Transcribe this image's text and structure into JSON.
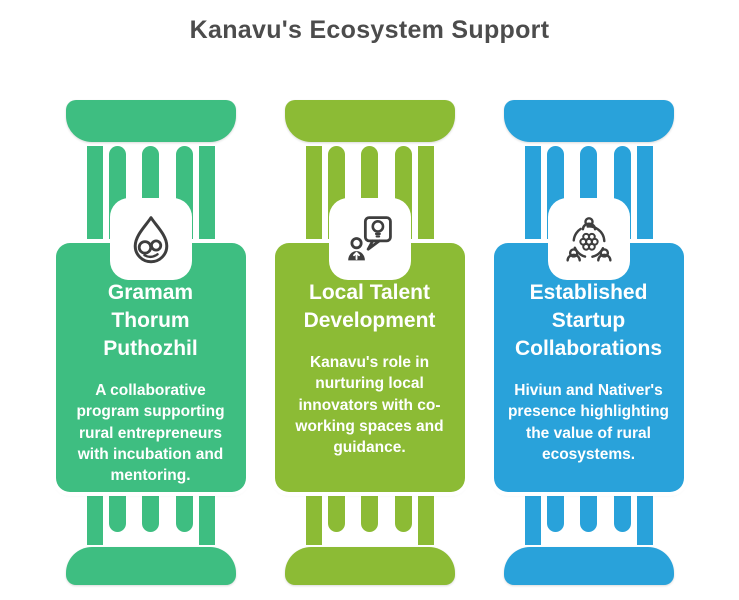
{
  "title": "Kanavu's Ecosystem Support",
  "colors": {
    "green": "#3EBE81",
    "lime": "#8CBB35",
    "blue": "#29A2DA",
    "title_text": "#4C4C4C",
    "icon_stroke": "#3E3E3E",
    "card_text": "#FFFFFF"
  },
  "pillars": [
    {
      "icon": "drop-swirl-icon",
      "color": "#3EBE81",
      "title": "Gramam Thorum Puthozhil",
      "description": "A collaborative program supporting rural entrepreneurs with incubation and mentoring."
    },
    {
      "icon": "talent-idea-bubble-icon",
      "color": "#8CBB35",
      "title": "Local Talent Development",
      "description": "Kanavu's role in nurturing local innovators with co-working spaces and guidance."
    },
    {
      "icon": "startup-network-icon",
      "color": "#29A2DA",
      "title": "Established Startup Collaborations",
      "description": "Hiviun and Nativer's presence highlighting the value of rural ecosystems."
    }
  ]
}
